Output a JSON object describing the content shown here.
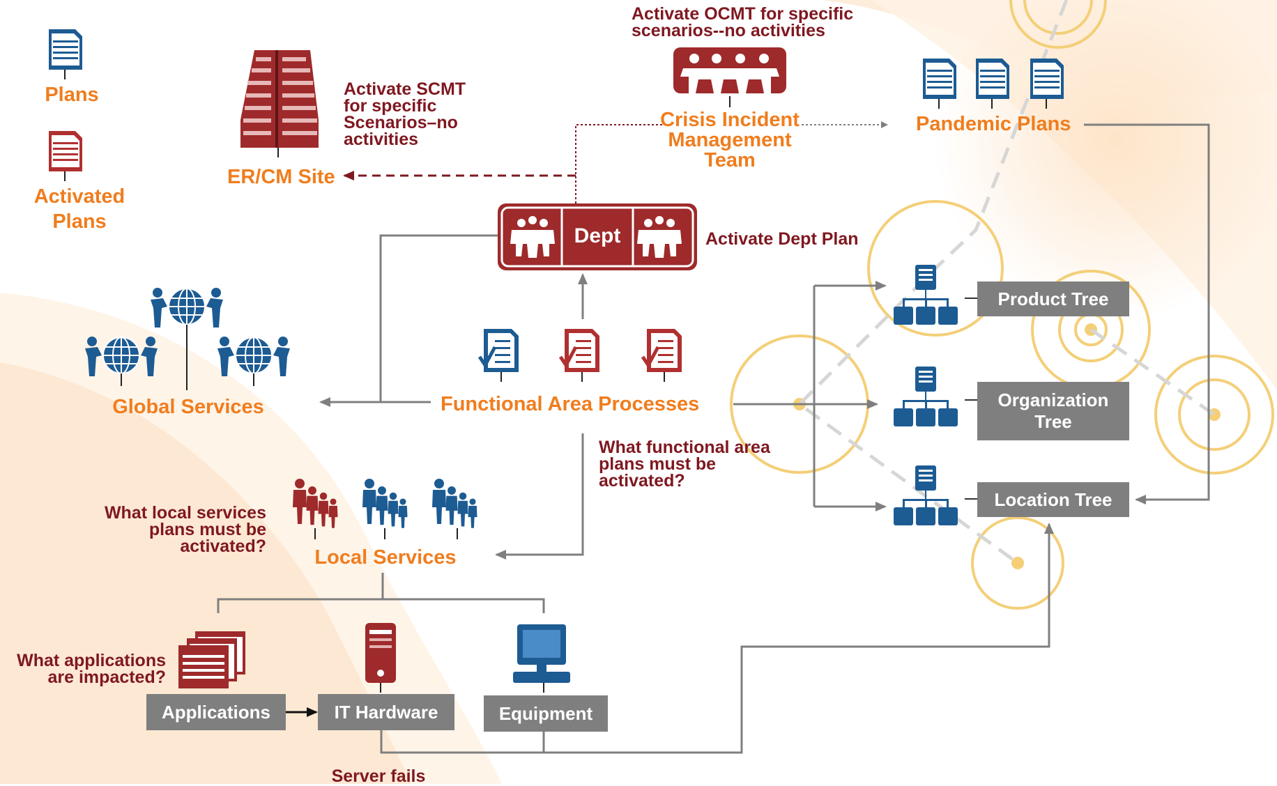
{
  "legend": {
    "plans": "Plans",
    "activated_plans": "Activated Plans"
  },
  "nodes": {
    "er_cm_site": "ER/CM Site",
    "crisis_team": "Crisis Incident Management Team",
    "pandemic_plans": "Pandemic Plans",
    "dept": "Dept",
    "global_services": "Global Services",
    "functional_area_processes": "Functional Area Processes",
    "local_services": "Local Services",
    "product_tree": "Product Tree",
    "organization_tree": "Organization Tree",
    "location_tree": "Location Tree",
    "applications": "Applications",
    "it_hardware": "IT Hardware",
    "equipment": "Equipment"
  },
  "annotations": {
    "ocmt": "Activate OCMT for specific scenarios--no activities",
    "scmt": "Activate SCMT for specific Scenarios–no activities",
    "dept_plan": "Activate Dept Plan",
    "functional_question": "What functional area plans must be activated?",
    "local_question": "What local services plans must be activated?",
    "apps_question": "What applications are impacted?",
    "server_fails": "Server fails"
  },
  "colors": {
    "orange": "#f07d1e",
    "maroon": "#7f1820",
    "blue": "#1d5b93",
    "gray": "#7f7f7f",
    "ring": "#f4cf78"
  },
  "icons": [
    "document-icon",
    "building-icon",
    "team-icon",
    "people-group-icon",
    "globe-people-icon",
    "checklist-document-icon",
    "hierarchy-tree-icon",
    "stacked-windows-icon",
    "server-tower-icon",
    "computer-monitor-icon"
  ]
}
